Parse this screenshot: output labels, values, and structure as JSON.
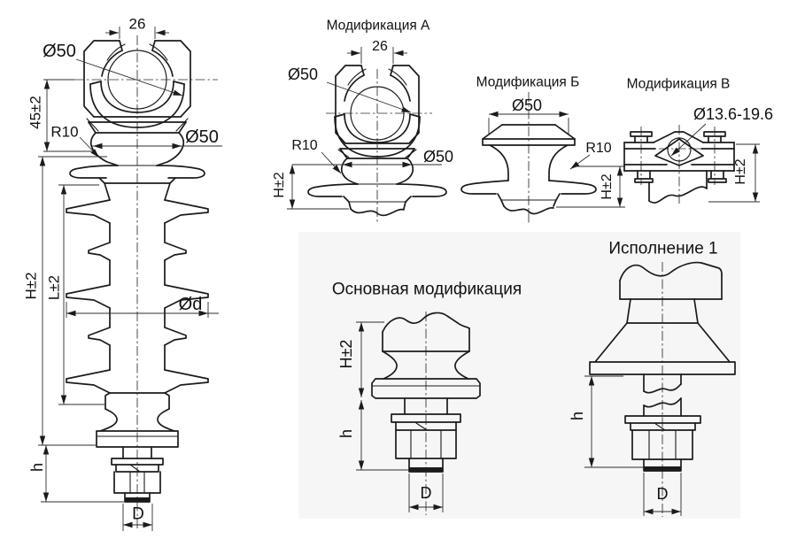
{
  "colors": {
    "background": "#ffffff",
    "panel": "#f6f6f7",
    "line": "#1b1b1b"
  },
  "views": {
    "main": {
      "labels": {
        "w26": "26",
        "dia_top": "Ø50",
        "h45": "45±2",
        "r10": "R10",
        "dia_side": "Ø50",
        "H": "H±2",
        "L": "L±2",
        "dia_d": "Ød",
        "h": "h",
        "D": "D"
      }
    },
    "mod_a": {
      "title": "Модификация А",
      "labels": {
        "w26": "26",
        "dia_top": "Ø50",
        "r10": "R10",
        "dia_side": "Ø50",
        "H": "H±2"
      }
    },
    "mod_b": {
      "title": "Модификация Б",
      "labels": {
        "dia": "Ø50",
        "r10": "R10",
        "H": "H±2"
      }
    },
    "mod_v": {
      "title": "Модификация В",
      "labels": {
        "dia_range": "Ø13.6-19.6",
        "H": "H±2"
      }
    },
    "base_mod": {
      "title": "Основная модификация",
      "labels": {
        "H": "H±2",
        "h": "h",
        "D": "D"
      }
    },
    "ispolnenie_1": {
      "title": "Исполнение 1",
      "labels": {
        "h": "h",
        "D": "D"
      }
    }
  }
}
